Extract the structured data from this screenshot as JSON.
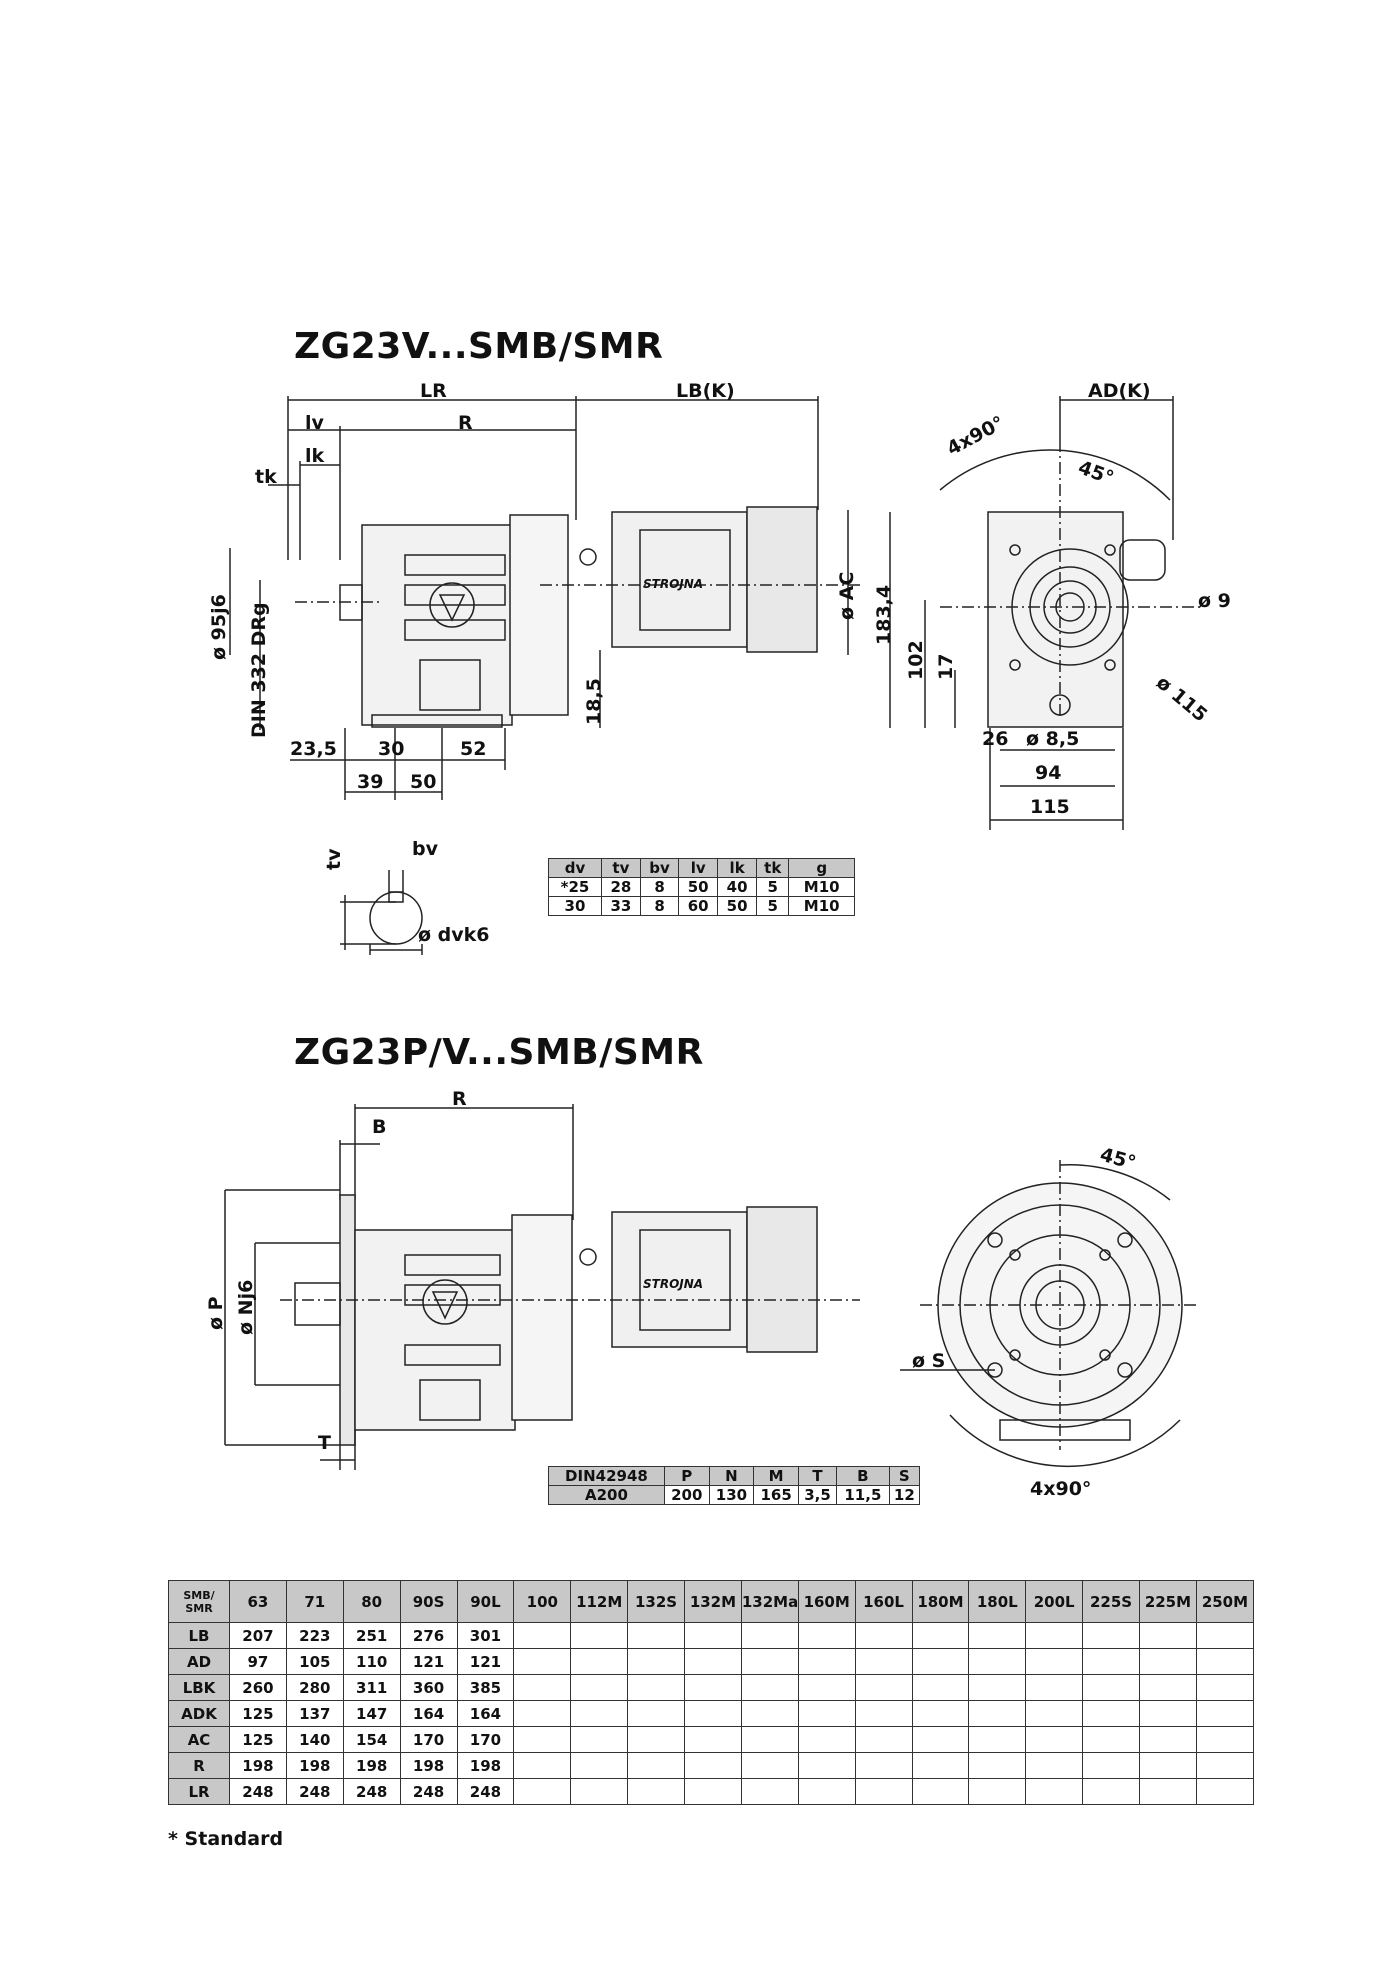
{
  "sections": [
    {
      "title": "ZG23V...SMB/SMR",
      "dims": {
        "LR": "LR",
        "LB_K": "LB(K)",
        "AD_K": "AD(K)",
        "lv": "lv",
        "R": "R",
        "lk": "lk",
        "tk": "tk",
        "d95": "ø 95j6",
        "din332": "DIN 332 DRg",
        "ac": "ø AC",
        "v183": "183,4",
        "v102": "102",
        "v17": "17",
        "v18_5": "18,5",
        "d23_5": "23,5",
        "d30": "30",
        "d52": "52",
        "d39": "39",
        "d50": "50",
        "a4x90": "4x90°",
        "a45": "45°",
        "d9": "ø 9",
        "d115r": "ø 115",
        "d26": "26",
        "d8_5": "ø 8,5",
        "d94": "94",
        "d115": "115",
        "tv": "tv",
        "bv": "bv",
        "dvk6": "ø dvk6"
      }
    },
    {
      "title": "ZG23P/V...SMB/SMR",
      "dims": {
        "R": "R",
        "B": "B",
        "P": "ø P",
        "N": "ø Nj6",
        "T": "T",
        "S": "ø S",
        "a45": "45°",
        "a4x90": "4x90°"
      }
    }
  ],
  "brand": "STROJNA",
  "shaft_table": {
    "headers": [
      "dv",
      "tv",
      "bv",
      "lv",
      "lk",
      "tk",
      "g"
    ],
    "rows": [
      [
        "*25",
        "28",
        "8",
        "50",
        "40",
        "5",
        "M10"
      ],
      [
        "30",
        "33",
        "8",
        "60",
        "50",
        "5",
        "M10"
      ]
    ]
  },
  "flange_table": {
    "headers": [
      "DIN42948",
      "P",
      "N",
      "M",
      "T",
      "B",
      "S"
    ],
    "rows": [
      [
        "A200",
        "200",
        "130",
        "165",
        "3,5",
        "11,5",
        "12"
      ]
    ]
  },
  "motor_table": {
    "corner": "SMB/ SMR",
    "sizes": [
      "63",
      "71",
      "80",
      "90S",
      "90L",
      "100",
      "112M",
      "132S",
      "132M",
      "132Ma",
      "160M",
      "160L",
      "180M",
      "180L",
      "200L",
      "225S",
      "225M",
      "250M"
    ],
    "rows": [
      {
        "label": "LB",
        "values": [
          "207",
          "223",
          "251",
          "276",
          "301"
        ]
      },
      {
        "label": "AD",
        "values": [
          "97",
          "105",
          "110",
          "121",
          "121"
        ]
      },
      {
        "label": "LBK",
        "values": [
          "260",
          "280",
          "311",
          "360",
          "385"
        ]
      },
      {
        "label": "ADK",
        "values": [
          "125",
          "137",
          "147",
          "164",
          "164"
        ]
      },
      {
        "label": "AC",
        "values": [
          "125",
          "140",
          "154",
          "170",
          "170"
        ]
      },
      {
        "label": "R",
        "values": [
          "198",
          "198",
          "198",
          "198",
          "198"
        ]
      },
      {
        "label": "LR",
        "values": [
          "248",
          "248",
          "248",
          "248",
          "248"
        ]
      }
    ]
  },
  "footnote": "* Standard"
}
